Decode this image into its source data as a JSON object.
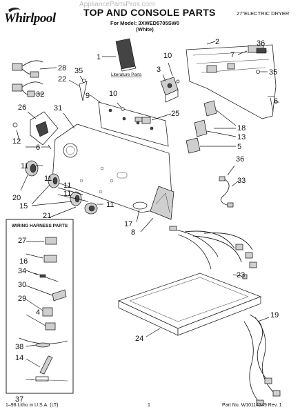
{
  "header": {
    "brand": "Whirlpool",
    "title": "TOP AND CONSOLE PARTS",
    "model_line": "For Model: 3XWED5705SW0",
    "color_line": "(White)",
    "product": "27\"ELECTRIC DRYER",
    "watermark": "AppliancePartsPros.com"
  },
  "labels": {
    "literature": "Literature Parts",
    "wiring_harness": "WIRING HARNESS PARTS"
  },
  "callouts": [
    "1",
    "2",
    "3",
    "4",
    "5",
    "6",
    "7",
    "8",
    "9",
    "10",
    "11",
    "12",
    "13",
    "14",
    "15",
    "16",
    "17",
    "18",
    "19",
    "20",
    "21",
    "22",
    "23",
    "24",
    "25",
    "26",
    "27",
    "28",
    "29",
    "30",
    "31",
    "32",
    "33",
    "34",
    "35",
    "36",
    "37",
    "38"
  ],
  "footer": {
    "left": "1–98 Litho in U.S.A. (LT)",
    "center": "1",
    "right": "Part No. W10114349 Rev. 1"
  }
}
